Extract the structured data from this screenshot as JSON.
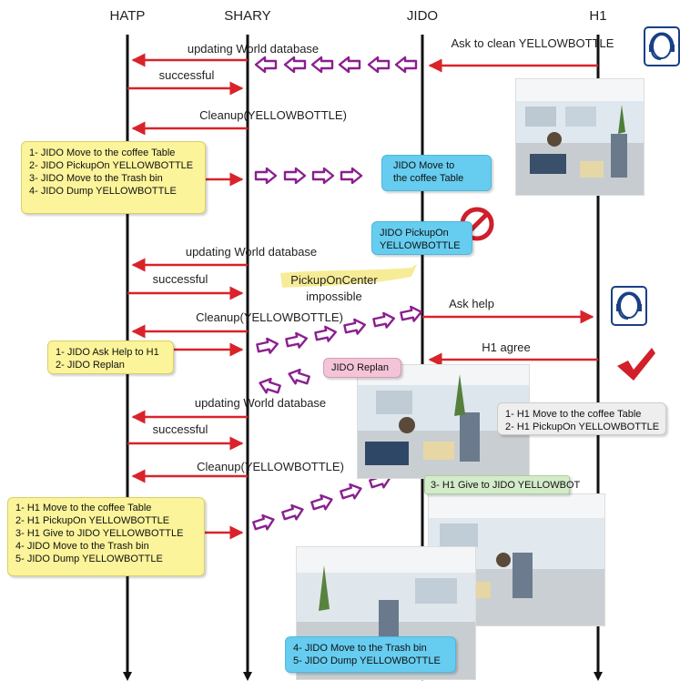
{
  "lanes": [
    "HATP",
    "SHARY",
    "JIDO",
    "H1"
  ],
  "messages": {
    "m1": "updating World database",
    "m2": "Ask to clean YELLOWBOTTLE",
    "m3": "successful",
    "m4": "Cleanup(YELLOWBOTTLE)",
    "m5": "updating World database",
    "m6": "successful",
    "m7": "Cleanup(YELLOWBOTTLE)",
    "m8": "Ask help",
    "m9": "H1 agree",
    "m10": "updating World database",
    "m11": "successful",
    "m12": "Cleanup(YELLOWBOTTLE)"
  },
  "notes": {
    "pickup_fail": [
      "PickupOnCenter",
      "impossible"
    ]
  },
  "boxes": {
    "plan1": [
      "1- JIDO Move to the coffee Table",
      "2- JIDO PickupOn YELLOWBOTTLE",
      "3- JIDO Move to the Trash bin",
      "4- JIDO Dump YELLOWBOTTLE"
    ],
    "jido_move": [
      "JIDO Move to",
      "the coffee Table"
    ],
    "jido_pickup": [
      "JIDO PickupOn",
      "YELLOWBOTTLE"
    ],
    "plan2": [
      "1- JIDO Ask Help to H1",
      "2- JIDO Replan"
    ],
    "replan": [
      "JIDO Replan"
    ],
    "h1_actions": [
      "1- H1 Move to the coffee Table",
      "2- H1 PickupOn YELLOWBOTTLE"
    ],
    "h1_give": [
      "3- H1 Give to JIDO YELLOWBOT"
    ],
    "plan3": [
      "1- H1 Move to the coffee Table",
      "2- H1 PickupOn YELLOWBOTTLE",
      "3- H1 Give to JIDO YELLOWBOTTLE",
      "4- JIDO Move to the Trash bin",
      "5- JIDO Dump YELLOWBOTTLE"
    ],
    "jido_final": [
      "4- JIDO Move to the Trash bin",
      "5- JIDO Dump YELLOWBOTTLE"
    ]
  },
  "colors": {
    "arrow": "#d9232a",
    "purple_arrow": "#8a1f8e",
    "yellow_box": "#fbf49a",
    "blue_box": "#66cdf0",
    "pink_box": "#f3c4d7",
    "gray_box": "#eeeeee",
    "green_box": "#d3ebca"
  }
}
